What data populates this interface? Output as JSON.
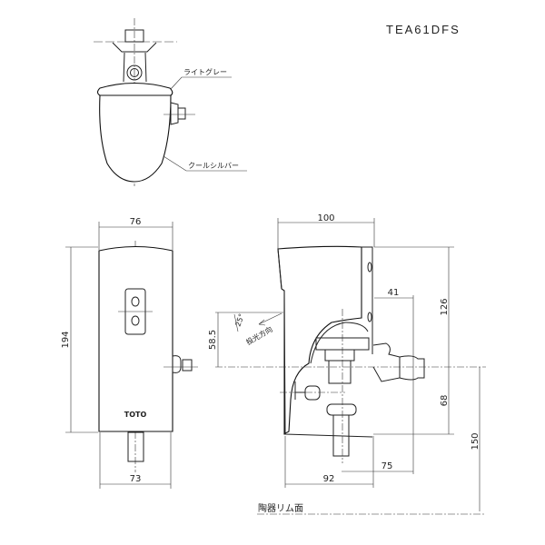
{
  "title": "TEA61DFS",
  "labels": {
    "light_gray": "ライトグレー",
    "cool_silver": "クールシルバー",
    "projection_direction": "投光方向",
    "ceramic_rim_surface": "陶器リム面",
    "logo": "TOTO",
    "angle": "25°"
  },
  "dimensions": {
    "front_width_top": "76",
    "front_height": "194",
    "front_width_bottom": "73",
    "side_width": "100",
    "side_upper_height": "126",
    "side_lower_height": "68",
    "rim_height": "150",
    "valve_offset": "41",
    "sensor_height": "58.5",
    "pipe_offset": "75",
    "side_depth": "92"
  }
}
